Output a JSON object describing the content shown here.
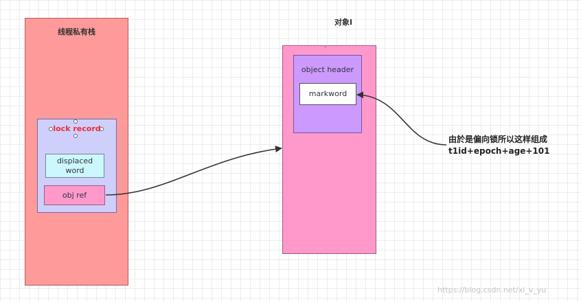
{
  "stack": {
    "title": "线程私有栈"
  },
  "lock_record": {
    "title": "lock record",
    "displaced": [
      "displaced",
      "word"
    ],
    "obj_ref": "obj ref"
  },
  "object": {
    "title": "对象I",
    "header_title": "object header",
    "markword": "markword"
  },
  "note": {
    "line1": "由於是偏向锁所以这样组成",
    "line2": "t1id+epoch+age+101"
  },
  "watermark": "https://blog.csdn.net/xi_v_yu",
  "colors": {
    "stack": "#ff9a9a",
    "lock_record": "#cfcffb",
    "displaced_word": "#cdf7ff",
    "obj_ref": "#ff99cc",
    "object": "#ff99cc",
    "object_header": "#cc99ff",
    "lock_record_title": "#ee2b35"
  }
}
